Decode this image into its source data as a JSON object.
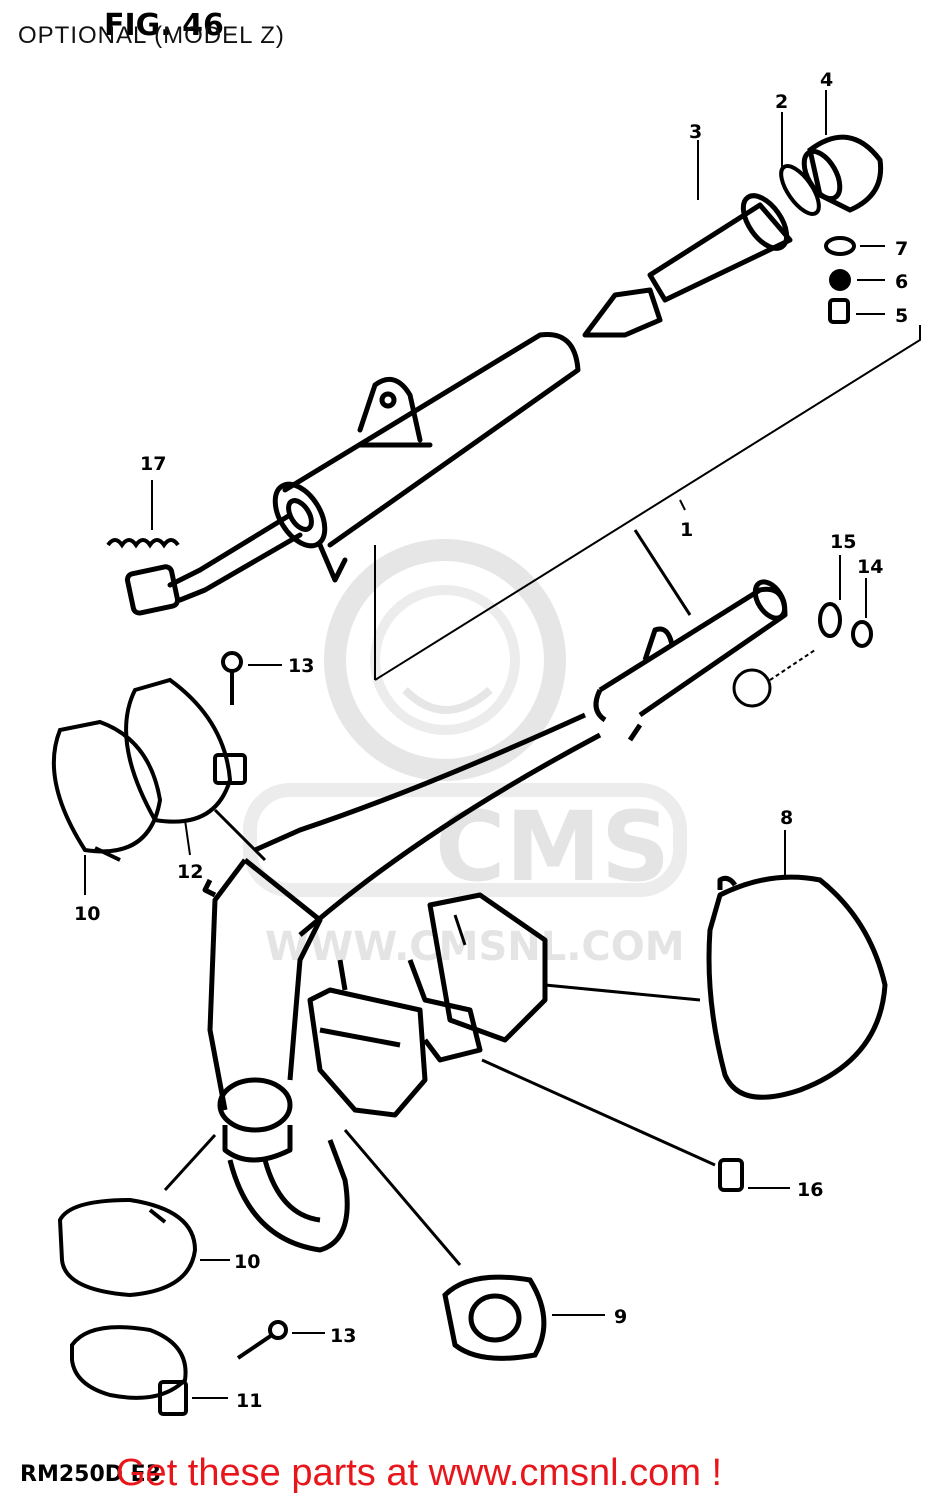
{
  "header": {
    "caption": "OPTIONAL (MODEL Z)",
    "fig_title": "FIG. 46"
  },
  "callouts": [
    "1",
    "2",
    "3",
    "4",
    "5",
    "6",
    "7",
    "8",
    "9",
    "10",
    "10",
    "11",
    "12",
    "13",
    "13",
    "14",
    "15",
    "16",
    "17"
  ],
  "footer": {
    "model_code": "RM250D E3",
    "link_text": "Get these parts at www.cmsnl.com !"
  },
  "watermark": {
    "brand": "CMS",
    "url": "WWW.CMSNL.COM"
  },
  "colors": {
    "link": "#e8161b",
    "ink": "#000000",
    "watermark": "#e4e4e4"
  }
}
